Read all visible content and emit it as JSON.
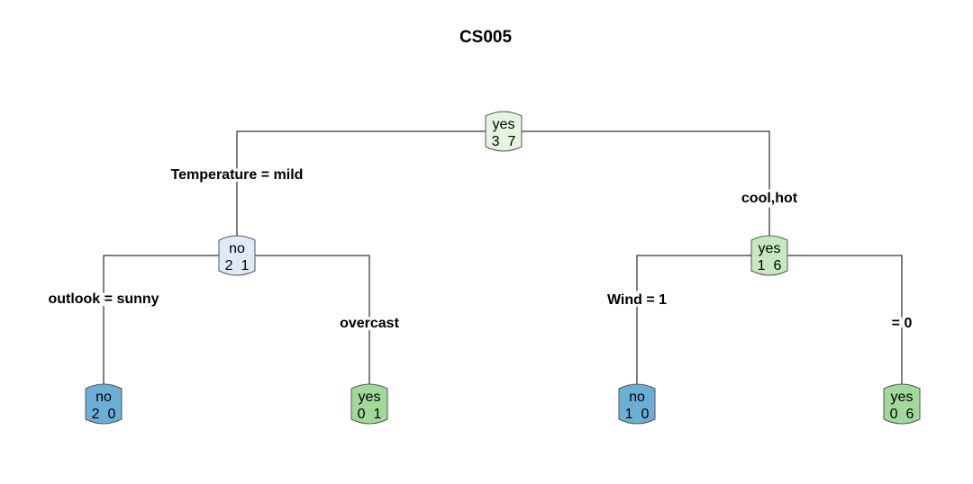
{
  "title": "CS005",
  "colors": {
    "root": "#e5f5e0",
    "node_no_light": "#deebf7",
    "node_yes_mid": "#c7e9c0",
    "leaf_no": "#6baed6",
    "leaf_yes": "#a1d99b"
  },
  "nodes": [
    {
      "id": "root",
      "class": "yes",
      "counts": "3  7",
      "color": "#e5f5e0"
    },
    {
      "id": "left",
      "class": "no",
      "counts": "2  1",
      "color": "#deebf7"
    },
    {
      "id": "right",
      "class": "yes",
      "counts": "1  6",
      "color": "#c7e9c0"
    },
    {
      "id": "leaf-ll",
      "class": "no",
      "counts": "2  0",
      "color": "#6baed6"
    },
    {
      "id": "leaf-lr",
      "class": "yes",
      "counts": "0  1",
      "color": "#a1d99b"
    },
    {
      "id": "leaf-rl",
      "class": "no",
      "counts": "1  0",
      "color": "#6baed6"
    },
    {
      "id": "leaf-rr",
      "class": "yes",
      "counts": "0  6",
      "color": "#a1d99b"
    }
  ],
  "edges": [
    {
      "from": "root",
      "to": "left",
      "label": "Temperature = mild"
    },
    {
      "from": "root",
      "to": "right",
      "label": "cool,hot"
    },
    {
      "from": "left",
      "to": "leaf-ll",
      "label": "outlook = sunny"
    },
    {
      "from": "left",
      "to": "leaf-lr",
      "label": "overcast"
    },
    {
      "from": "right",
      "to": "leaf-rl",
      "label": "Wind = 1"
    },
    {
      "from": "right",
      "to": "leaf-rr",
      "label": "= 0"
    }
  ]
}
